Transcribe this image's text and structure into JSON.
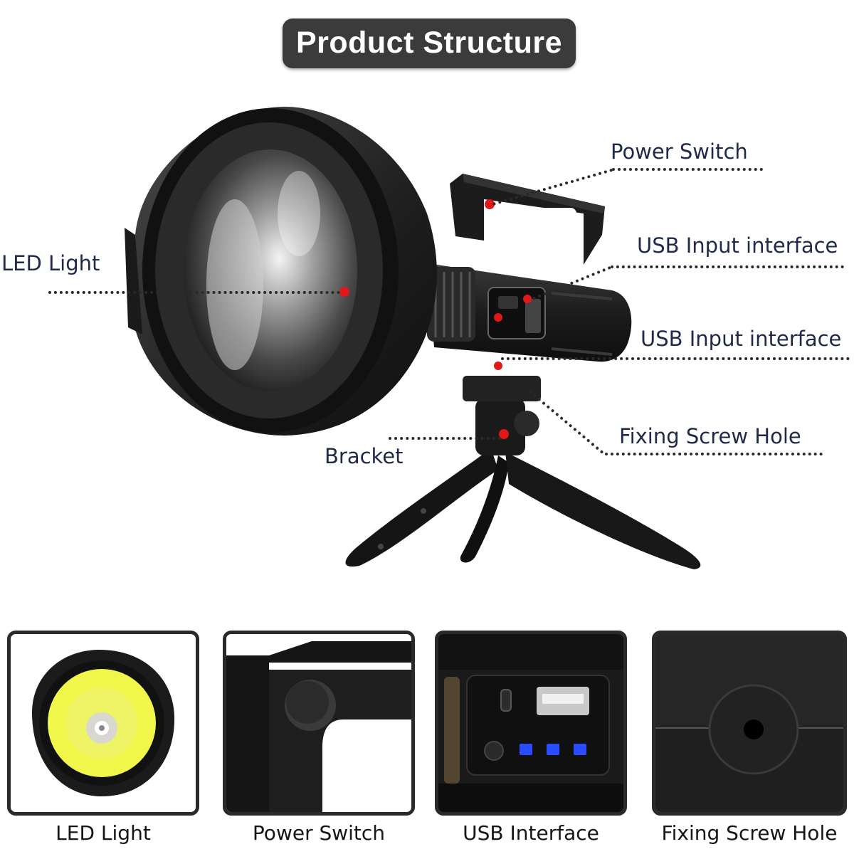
{
  "title": "Product Structure",
  "callouts": {
    "led_light": "LED Light",
    "power_switch": "Power Switch",
    "usb_input_1": "USB Input interface",
    "usb_input_2": "USB Input interface",
    "fixing_screw_hole": "Fixing Screw Hole",
    "bracket": "Bracket"
  },
  "details": [
    {
      "caption": "LED Light",
      "icon": "led-light-closeup"
    },
    {
      "caption": "Power Switch",
      "icon": "power-switch-closeup"
    },
    {
      "caption": "USB Interface",
      "icon": "usb-interface-closeup"
    },
    {
      "caption": "Fixing Screw Hole",
      "icon": "fixing-screw-hole-closeup"
    }
  ],
  "colors": {
    "title_bg": "#3b3b3b",
    "label_text": "#1f2a48",
    "marker": "#e01818",
    "led": "#e8f040",
    "indicator_led": "#2a4cff"
  }
}
